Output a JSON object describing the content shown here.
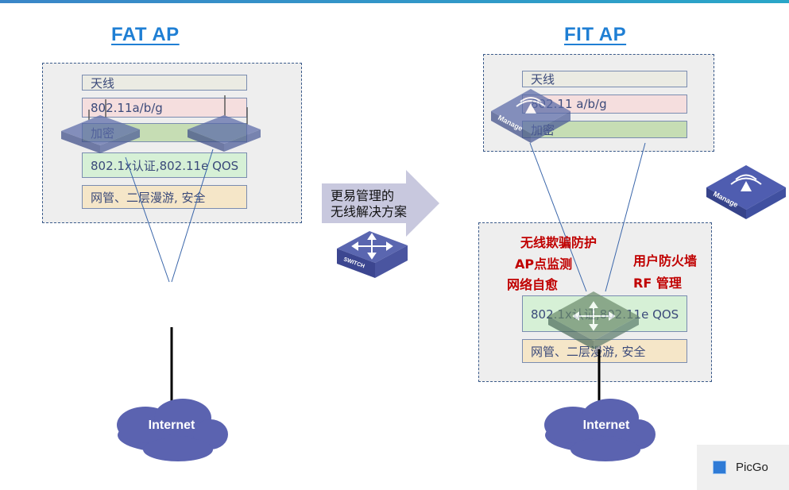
{
  "fat_ap": {
    "title": "FAT AP",
    "layers": [
      "天线",
      "802.11a/b/g",
      "加密",
      "802.1x认证,802.11e QOS",
      "网管、二层漫游, 安全"
    ],
    "internet_label": "Internet"
  },
  "middle": {
    "arrow_text_line1": "更易管理的",
    "arrow_text_line2": "无线解决方案",
    "switch_label": "SWITCH"
  },
  "fit_ap": {
    "title": "FIT AP",
    "top_layers": [
      "天线",
      "802.11 a/b/g",
      "加密"
    ],
    "bottom_layers": [
      "802.1x认证,802.11e QOS",
      "网管、二层漫游, 安全"
    ],
    "features_left": [
      "无线欺骗防护",
      "AP点监测",
      "网络自愈"
    ],
    "features_right": [
      "用户防火墙",
      "RF 管理"
    ],
    "manage_label": "Manage",
    "internet_label": "Internet"
  },
  "watermark": {
    "label": "PicGo"
  },
  "colors": {
    "title": "#1f7fd4",
    "feature": "#c00000",
    "cloud": "#5b63b0",
    "device": "#5a6aa8"
  }
}
